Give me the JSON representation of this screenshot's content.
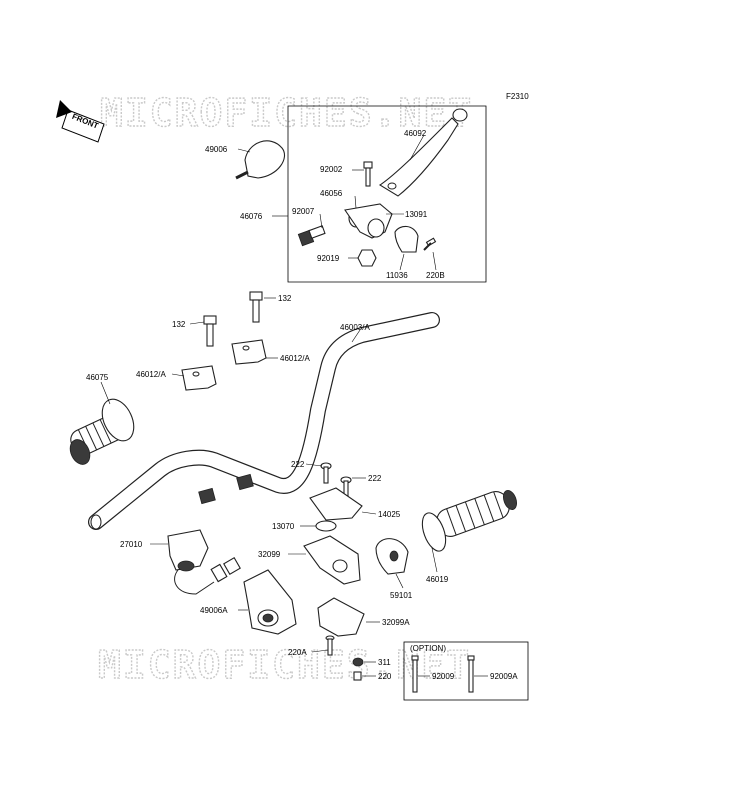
{
  "figure_code": "F2310",
  "watermark": "MICROFICHES.NET",
  "front_label": "FRONT",
  "option_label": "(OPTION)",
  "labels": {
    "p49006": "49006",
    "p46092": "46092",
    "p92002": "92002",
    "p46056": "46056",
    "p46076": "46076",
    "p92007": "92007",
    "p13091": "13091",
    "p92019": "92019",
    "p11036": "11036",
    "p220B": "220B",
    "p132_top": "132",
    "p132_left": "132",
    "p46003A": "46003/A",
    "p46012A_right": "46012/A",
    "p46012A_left": "46012/A",
    "p46075": "46075",
    "p222_left": "222",
    "p222_right": "222",
    "p14025": "14025",
    "p13070": "13070",
    "p27010": "27010",
    "p32099": "32099",
    "p46019": "46019",
    "p59101": "59101",
    "p49006A": "49006A",
    "p32099A": "32099A",
    "p220A": "220A",
    "p311": "311",
    "p220": "220",
    "p92009": "92009",
    "p92009A": "92009A"
  }
}
